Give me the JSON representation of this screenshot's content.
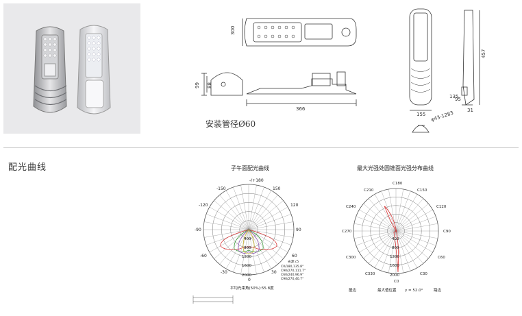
{
  "section": {
    "title": "配光曲线"
  },
  "drawing": {
    "dims": {
      "d300": "300",
      "d366": "366",
      "d99": "99",
      "d88": "88",
      "d155": "155",
      "d31": "31",
      "d95": "95",
      "d457": "457",
      "d135": "135",
      "d1283": "φ43-1283"
    },
    "install_note": "安装管径Ø60"
  },
  "polar1": {
    "title": "子午面配光曲线",
    "angles": {
      "a180": "-/+180",
      "am150": "-150",
      "a150": "150",
      "am120": "-120",
      "a120": "120",
      "am90": "-90",
      "a90": "90",
      "am60": "-60",
      "a60": "60",
      "am30": "-30",
      "a30": "30",
      "a0": "0"
    },
    "radials": [
      "400",
      "800",
      "1200",
      "1600",
      "2000"
    ],
    "legend": {
      "title": "光源:c5",
      "items": [
        "C0/180,135.8°",
        "C90/270,111.7°",
        "C60/240,96.9°",
        "C90/270,40.7°"
      ]
    },
    "footer": "平均光束角(50%):55.8度"
  },
  "polar2": {
    "title": "最大光强处圆锥面光强分布曲线",
    "angles": {
      "c180": "C180",
      "c210": "C210",
      "c150": "C150",
      "c240": "C240",
      "c120": "C120",
      "c270": "C270",
      "c90": "C90",
      "c300": "C300",
      "c60": "C60",
      "c330": "C330",
      "c30": "C30",
      "c0": "C0"
    },
    "radials": [
      "400",
      "800",
      "1200",
      "1600",
      "2000"
    ],
    "footer": {
      "left": "屋边",
      "mid": "最大值位置",
      "gamma": "γ = 52.0°",
      "right": "路边"
    }
  },
  "colors": {
    "red": "#d93030",
    "green": "#3a9a3a",
    "purple": "#8a4ab0",
    "yellow": "#c8b02a",
    "line": "#333333"
  }
}
